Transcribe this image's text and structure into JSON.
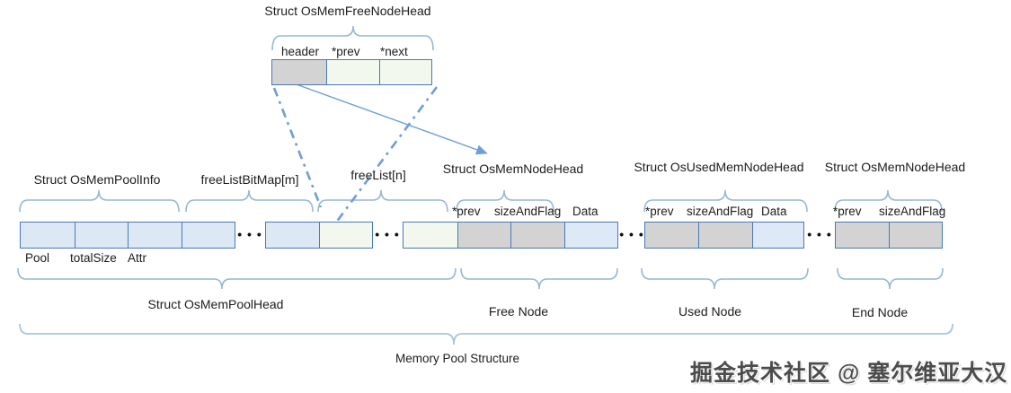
{
  "diagram": {
    "top_struct": {
      "title": "Struct OsMemFreeNodeHead",
      "fields": [
        "header",
        "*prev",
        "*next"
      ]
    },
    "sections": {
      "pool_info_title": "Struct OsMemPoolInfo",
      "bitmap_title": "freeListBitMap[m]",
      "freelist_title": "freeList[n]",
      "free_node_title": "Struct OsMemNodeHead",
      "used_node_title": "Struct OsUsedMemNodeHead",
      "end_node_title": "Struct OsMemNodeHead"
    },
    "pool_fields": [
      "Pool",
      "totalSize",
      "Attr"
    ],
    "node_fields": [
      "*prev",
      "sizeAndFlag",
      "Data"
    ],
    "end_fields": [
      "*prev",
      "sizeAndFlag"
    ],
    "group_labels": {
      "pool_head": "Struct OsMemPoolHead",
      "free_node": "Free Node",
      "used_node": "Used Node",
      "end_node": "End Node"
    },
    "bottom_label": "Memory Pool Structure",
    "watermark": "掘金技术社区 @ 塞尔维亚大汉",
    "dots": "• • •",
    "colors": {
      "cell_border": "#4a79b8",
      "cell_blue": "#dce9f5",
      "cell_green": "#f3f8ee",
      "cell_gray": "#d3d3d3",
      "brace": "#96b7d6",
      "connector": "#6d9ed6",
      "text": "#1c1c1c"
    }
  }
}
